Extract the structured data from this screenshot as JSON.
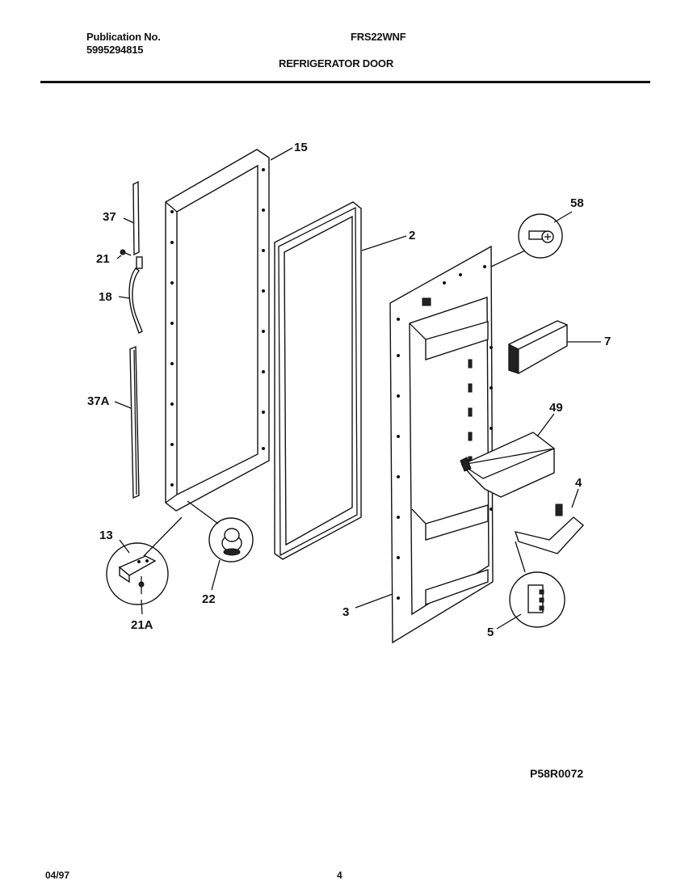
{
  "header": {
    "publication_label": "Publication No.",
    "publication_number": "5995294815",
    "model": "FRS22WNF",
    "section_title": "REFRIGERATOR DOOR"
  },
  "diagram": {
    "callouts": {
      "c15": "15",
      "c2": "2",
      "c37": "37",
      "c21": "21",
      "c18": "18",
      "c37a": "37A",
      "c13": "13",
      "c21a": "21A",
      "c22": "22",
      "c3": "3",
      "c58": "58",
      "c7": "7",
      "c49": "49",
      "c4": "4",
      "c5": "5"
    },
    "figure_code": "P58R0072"
  },
  "footer": {
    "date": "04/97",
    "page": "4"
  }
}
